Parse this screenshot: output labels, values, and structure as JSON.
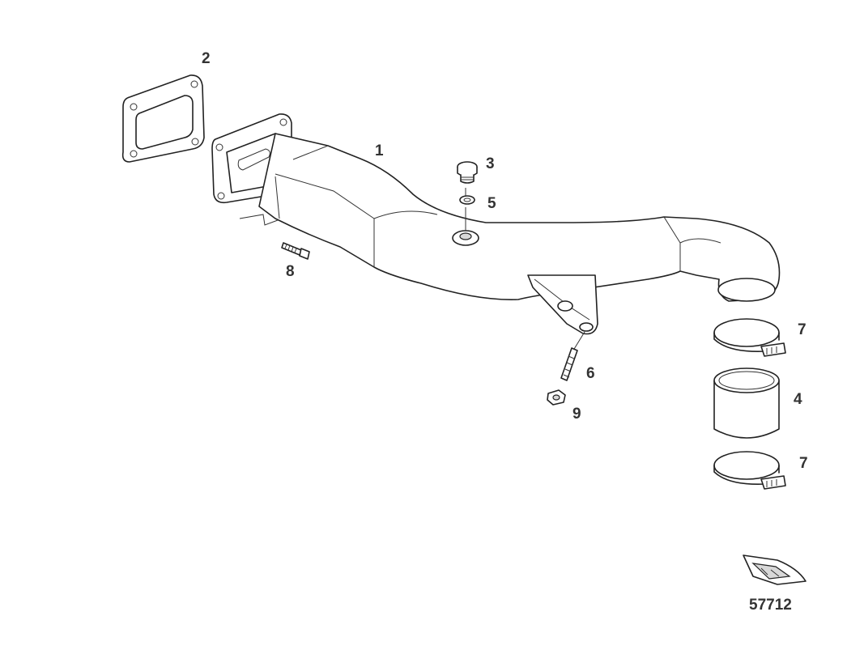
{
  "callouts": {
    "c1": "1",
    "c2": "2",
    "c3": "3",
    "c4": "4",
    "c5": "5",
    "c6": "6",
    "c7a": "7",
    "c7b": "7",
    "c8": "8",
    "c9": "9"
  },
  "reference_number": "57712"
}
